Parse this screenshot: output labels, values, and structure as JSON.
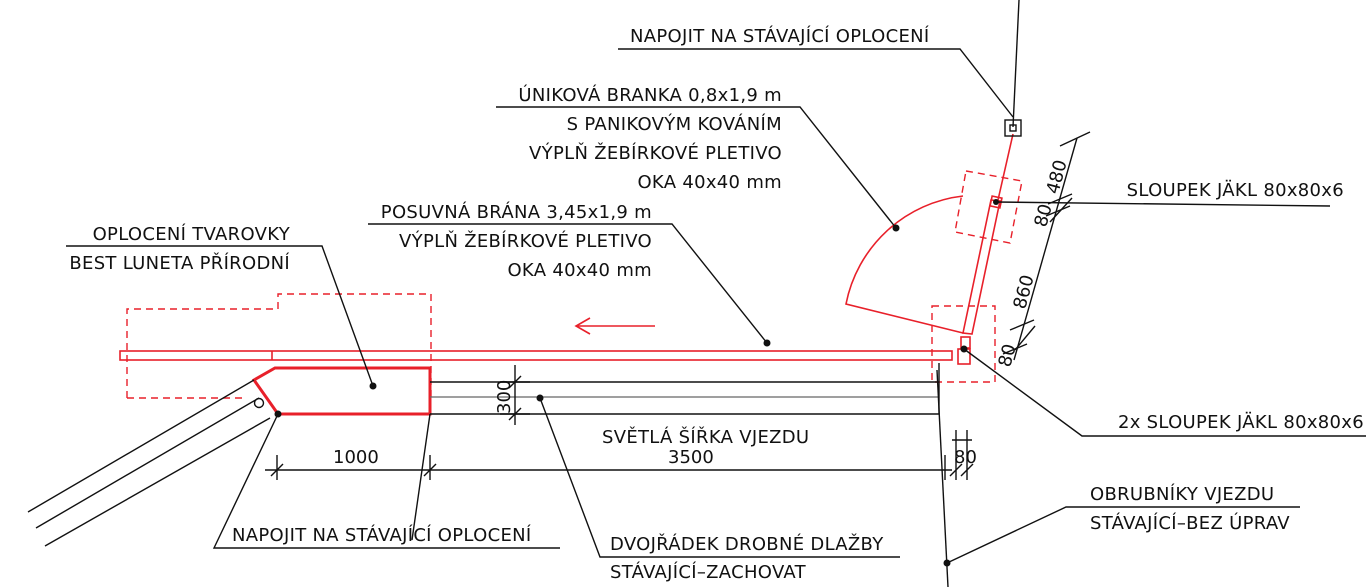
{
  "labels": {
    "connect_top": "NAPOJIT NA STÁVAJÍCÍ OPLOCENÍ",
    "escape_gate_1": "ÚNIKOVÁ BRANKA 0,8x1,9 m",
    "escape_gate_2": "S PANIKOVÝM KOVÁNÍM",
    "escape_gate_3": "VÝPLŇ ŽEBÍRKOVÉ PLETIVO",
    "escape_gate_4": "OKA 40x40 mm",
    "sliding_gate_1": "POSUVNÁ BRÁNA 3,45x1,9 m",
    "sliding_gate_2": "VÝPLŇ ŽEBÍRKOVÉ PLETIVO",
    "sliding_gate_3": "OKA 40x40 mm",
    "fence_blocks_1": "OPLOCENÍ TVAROVKY",
    "fence_blocks_2": "BEST LUNETA PŘÍRODNÍ",
    "post_single": "SLOUPEK JÄKL 80x80x6",
    "post_double": "2x SLOUPEK JÄKL 80x80x6",
    "clear_width": "SVĚTLÁ ŠÍŘKA VJEZDU",
    "curbs_1": "OBRUBNÍKY VJEZDU",
    "curbs_2": "STÁVAJÍCÍ–BEZ ÚPRAV",
    "connect_bottom": "NAPOJIT NA STÁVAJÍCÍ OPLOCENÍ",
    "paving_1": "DVOJŘÁDEK DROBNÉ DLAŽBY",
    "paving_2": "STÁVAJÍCÍ–ZACHOVAT"
  },
  "dimensions": {
    "d1000": "1000",
    "d3500": "3500",
    "d80_bottom": "80",
    "d300": "300",
    "d480": "480",
    "d80_top": "80",
    "d860": "860",
    "d80_mid": "80"
  },
  "colors": {
    "fence": "#e8202a",
    "ink": "#111111"
  }
}
